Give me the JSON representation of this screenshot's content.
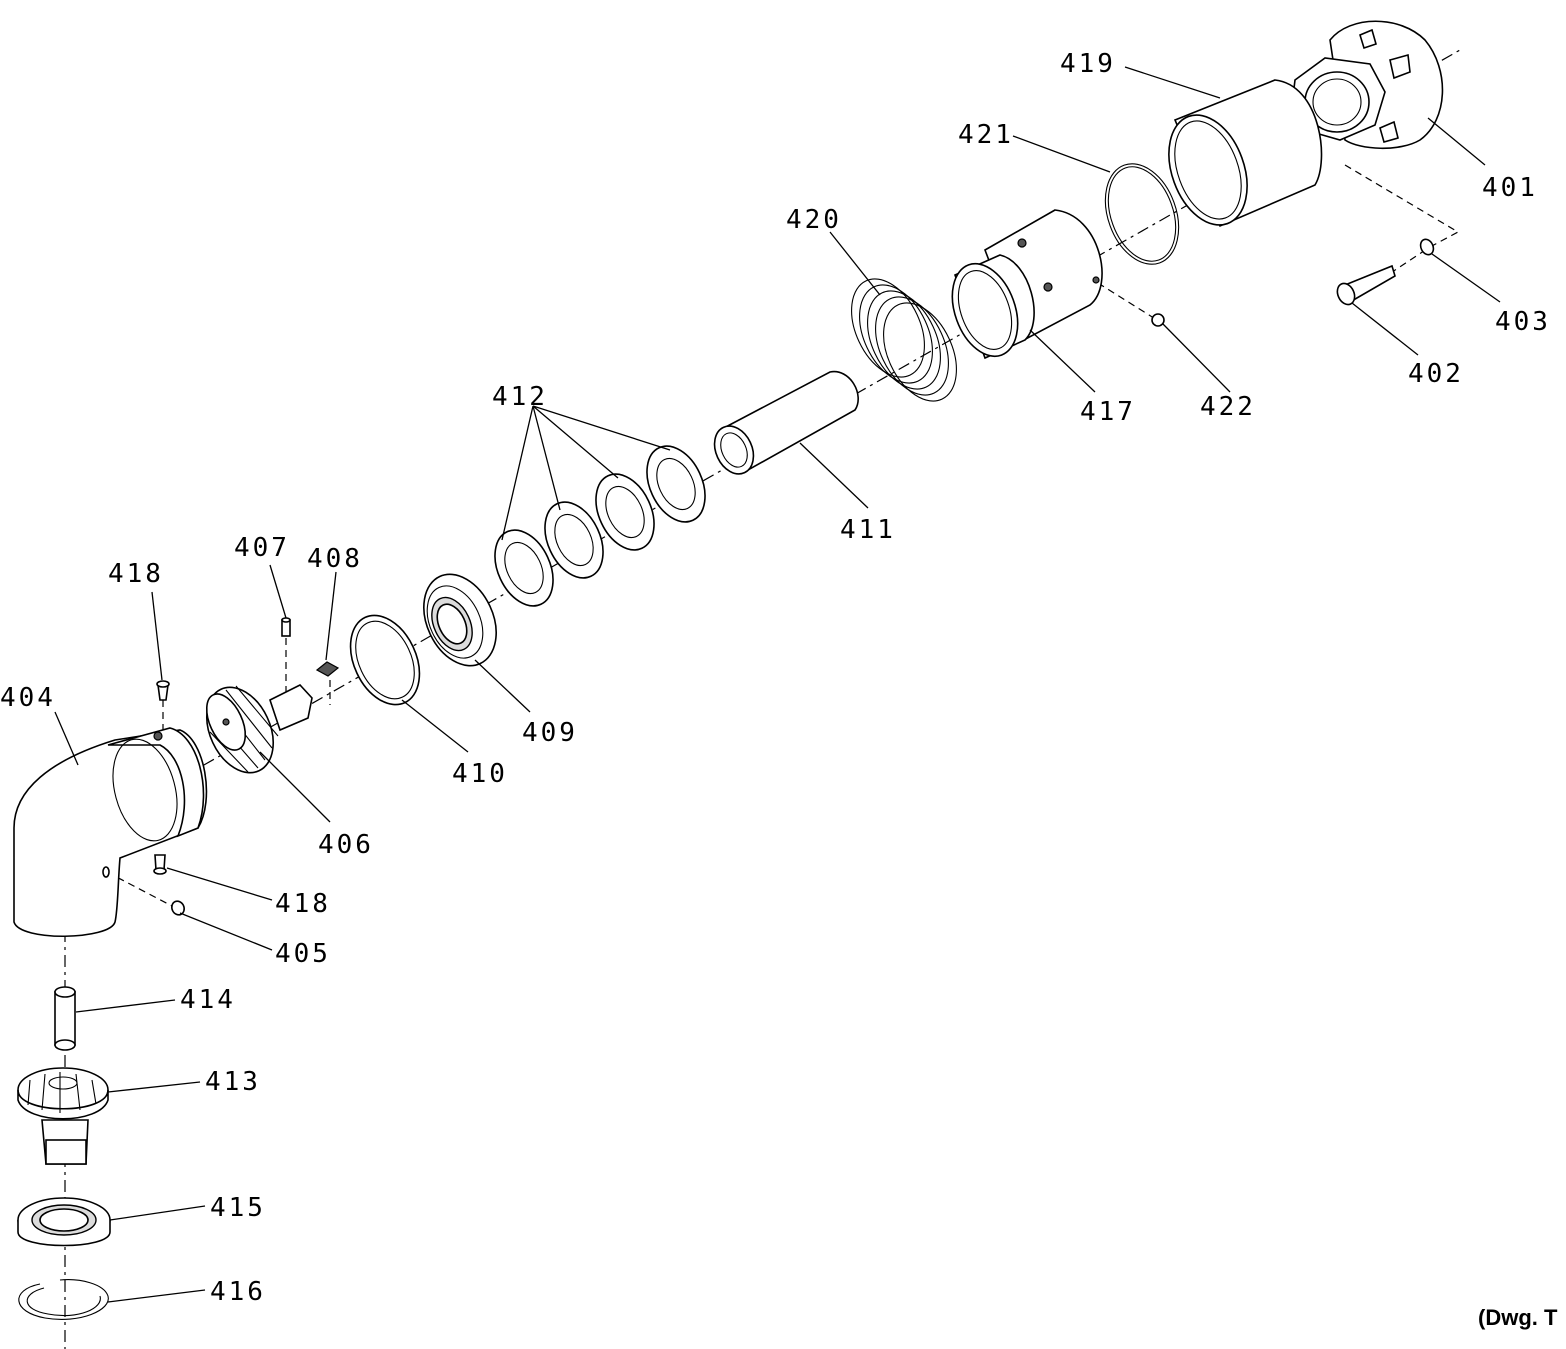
{
  "drawing": {
    "reference": "(Dwg. T",
    "callouts": {
      "c401": "401",
      "c402": "402",
      "c403": "403",
      "c404": "404",
      "c405": "405",
      "c406": "406",
      "c407": "407",
      "c408": "408",
      "c409": "409",
      "c410": "410",
      "c411": "411",
      "c412": "412",
      "c413": "413",
      "c414": "414",
      "c415": "415",
      "c416": "416",
      "c417": "417",
      "c418a": "418",
      "c418b": "418",
      "c419": "419",
      "c420": "420",
      "c421": "421",
      "c422": "422"
    }
  }
}
